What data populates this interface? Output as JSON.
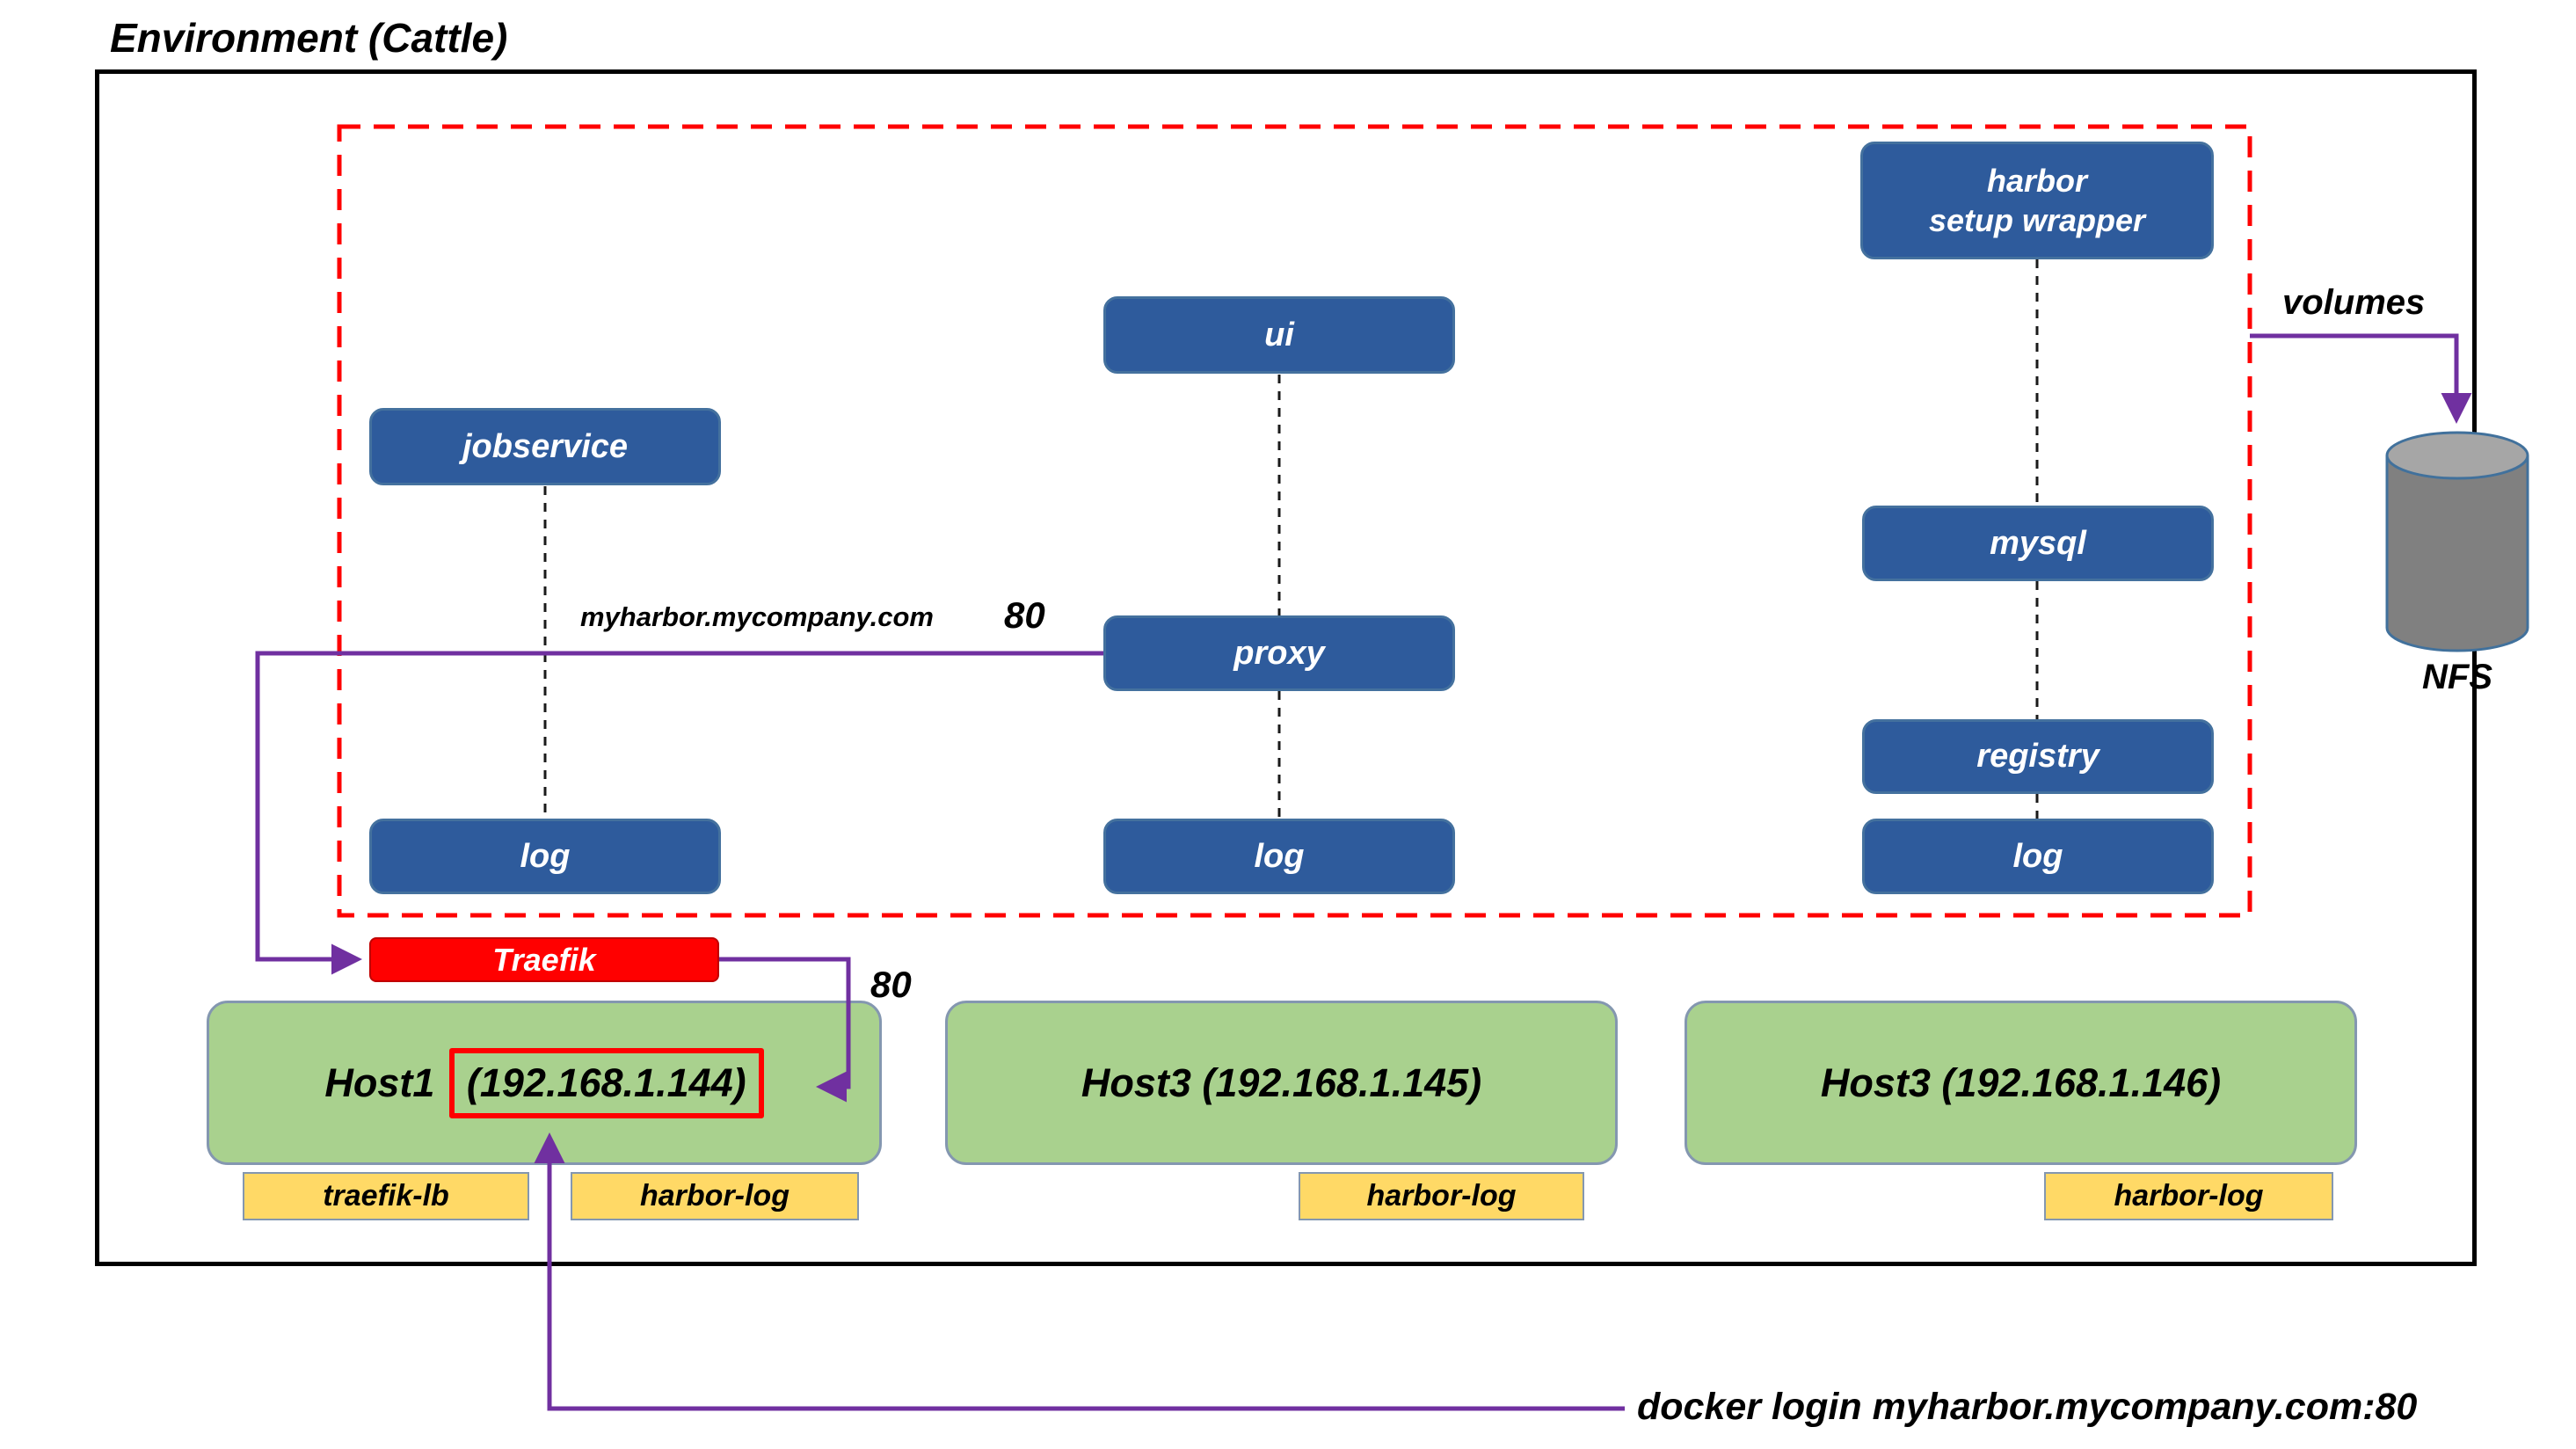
{
  "title": "Environment (Cattle)",
  "services": {
    "harbor_setup_wrapper": "harbor\nsetup wrapper",
    "ui": "ui",
    "jobservice": "jobservice",
    "mysql": "mysql",
    "proxy": "proxy",
    "registry": "registry",
    "log_left": "log",
    "log_center": "log",
    "log_right": "log"
  },
  "traefik": "Traefik",
  "labels": {
    "url": "myharbor.mycompany.com",
    "proxy_port": "80",
    "traefik_port": "80",
    "volumes": "volumes",
    "nfs": "NFS",
    "docker_login": "docker login myharbor.mycompany.com:80"
  },
  "hosts": [
    {
      "name_prefix": "Host1 ",
      "ip": "(192.168.1.144)"
    },
    {
      "label": "Host3 (192.168.1.145)"
    },
    {
      "label": "Host3 (192.168.1.146)"
    }
  ],
  "host_tags": [
    "traefik-lb",
    "harbor-log",
    "harbor-log",
    "harbor-log"
  ],
  "colors": {
    "service_blue": "#2E5B9C",
    "accent_red": "#FF0000",
    "host_green": "#A9D18E",
    "tag_yellow": "#FFD966",
    "arrow_purple": "#7030A0",
    "nfs_gray": "#808080"
  }
}
